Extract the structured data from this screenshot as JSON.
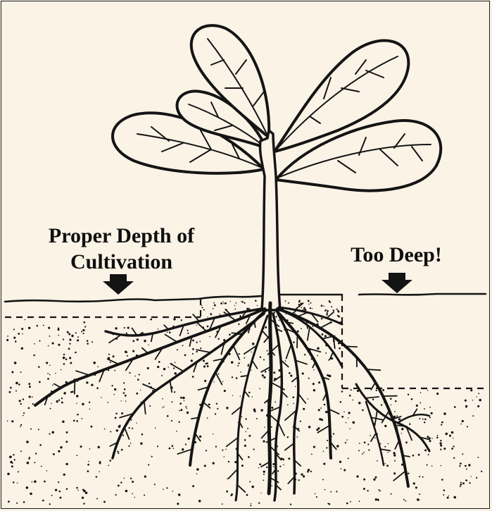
{
  "labels": {
    "proper_line1": "Proper Depth of",
    "proper_line2": "Cultivation",
    "too_deep": "Too Deep!"
  },
  "colors": {
    "paper": "#fbf3e6",
    "ink": "#141414"
  }
}
